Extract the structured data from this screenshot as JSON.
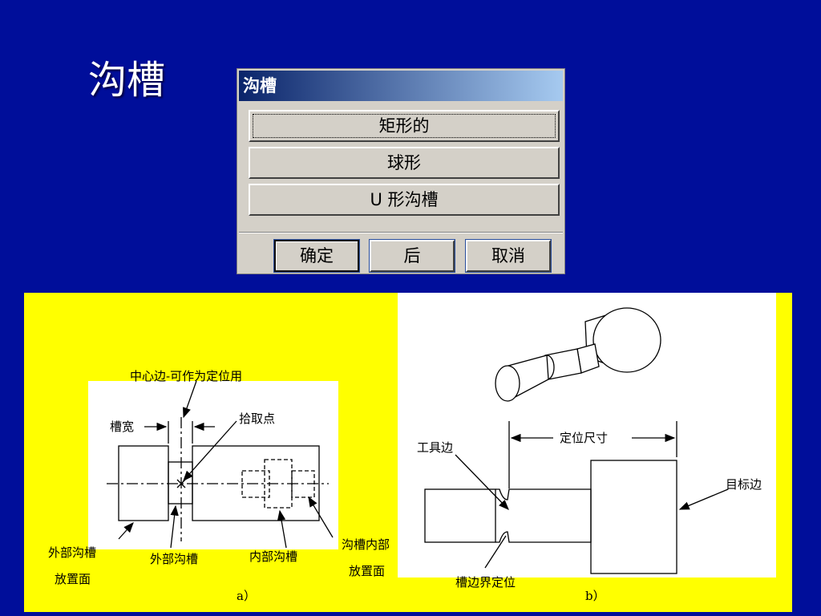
{
  "slide": {
    "title": "沟槽"
  },
  "dialog": {
    "title": "沟槽",
    "options": [
      "矩形的",
      "球形",
      "U 形沟槽"
    ],
    "buttons": {
      "ok": "确定",
      "back": "后",
      "cancel": "取消"
    }
  },
  "figure_a": {
    "caption": "a）",
    "labels": {
      "center_edge": "中心边-可作为定位用",
      "groove_width": "槽宽",
      "pick_point": "拾取点",
      "outer_place_line1": "外部沟槽",
      "outer_place_line2": "放置面",
      "outer_groove": "外部沟槽",
      "inner_groove": "内部沟槽",
      "inner_place_line1": "沟槽内部",
      "inner_place_line2": "放置面"
    }
  },
  "figure_b": {
    "caption": "b）",
    "labels": {
      "tool_edge": "工具边",
      "position_dim": "定位尺寸",
      "target_edge": "目标边",
      "groove_boundary": "槽边界定位"
    }
  },
  "colors": {
    "background": "#000e9a",
    "figure_bg": "#ffff00",
    "dialog_bg": "#d4d0c8"
  }
}
